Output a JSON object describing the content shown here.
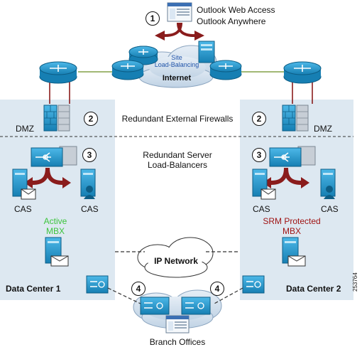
{
  "top_labels": {
    "line1": "Outlook Web Access",
    "line2": "Outlook Anywhere"
  },
  "internet": {
    "site_lb_line1": "Site",
    "site_lb_line2": "Load-Balancing",
    "label": "Internet"
  },
  "middle_labels": {
    "firewalls": "Redundant External Firewalls",
    "lb_line1": "Redundant Server",
    "lb_line2": "Load-Balancers"
  },
  "left_dc": {
    "dmz": "DMZ",
    "cas_left": "CAS",
    "cas_right": "CAS",
    "mbx_line1": "Active",
    "mbx_line2": "MBX",
    "name": "Data Center 1"
  },
  "right_dc": {
    "dmz": "DMZ",
    "cas_left": "CAS",
    "cas_right": "CAS",
    "mbx_line1": "SRM Protected",
    "mbx_line2": "MBX",
    "name": "Data Center 2"
  },
  "ip_network": "IP Network",
  "branch_offices": "Branch Offices",
  "badges": [
    "1",
    "2",
    "2",
    "3",
    "3",
    "4",
    "4"
  ],
  "figure_id": "253764",
  "colors": {
    "dc_fill": "#dde8f1",
    "device_blue": "#1f8fc4",
    "arrow_red": "#8a1c1c",
    "active_green": "#3cc43c",
    "srm_red": "#a01414",
    "link_green": "#6b8e23",
    "site_lb_blue": "#2255aa"
  }
}
